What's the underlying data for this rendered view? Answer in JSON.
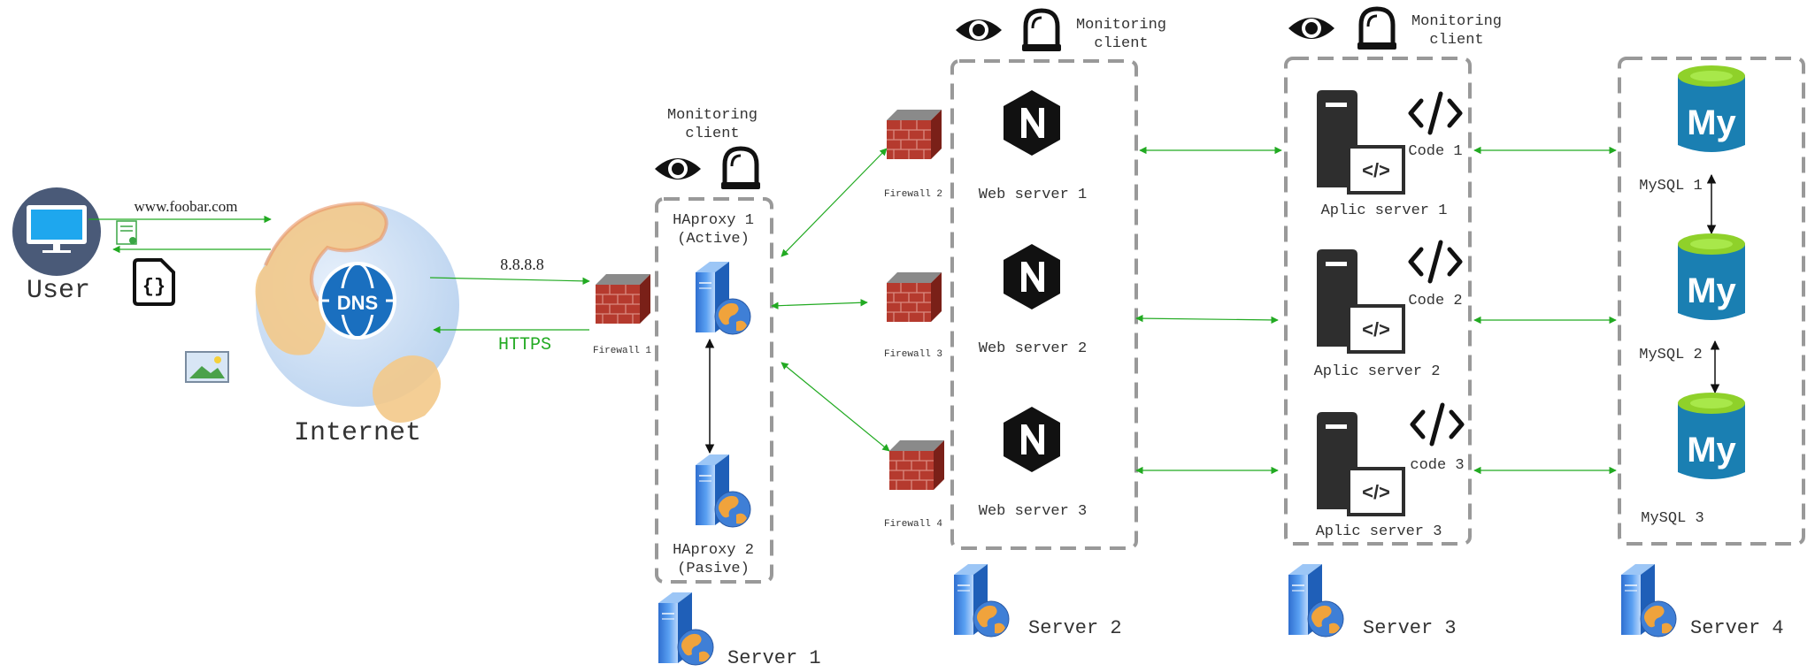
{
  "user": {
    "label": "User"
  },
  "internet": {
    "label": "Internet",
    "dns_label": "DNS"
  },
  "connections": {
    "domain": "www.foobar.com",
    "ip": "8.8.8.8",
    "protocol": "HTTPS"
  },
  "firewalls": [
    "Firewall 1",
    "Firewall 2",
    "Firewall 3",
    "Firewall 4"
  ],
  "monitoring": {
    "line1": "Monitoring",
    "line2": "client"
  },
  "server1": {
    "label": "Server 1",
    "ha1": {
      "line1": "HAproxy 1",
      "line2": "(Active)"
    },
    "ha2": {
      "line1": "HAproxy 2",
      "line2": "(Pasive)"
    }
  },
  "server2": {
    "label": "Server 2",
    "web": [
      "Web server 1",
      "Web server 2",
      "Web server 3"
    ]
  },
  "server3": {
    "label": "Server 3",
    "apps": [
      "Aplic server 1",
      "Aplic server 2",
      "Aplic server 3"
    ],
    "codes": [
      "Code 1",
      "Code 2",
      "code 3"
    ]
  },
  "server4": {
    "label": "Server 4",
    "dbs": [
      "MySQL 1",
      "MySQL 2",
      "MySQL 3"
    ],
    "db_logo": "My"
  },
  "colors": {
    "green": "#22aa22",
    "dashed": "#999999",
    "nginx": "#111111",
    "mysql": "#1a7fb2",
    "mysql_top": "#8fd12a",
    "firewall": "#b53a2e",
    "user_circle": "#4a5a78",
    "screen": "#1ea7ee"
  }
}
